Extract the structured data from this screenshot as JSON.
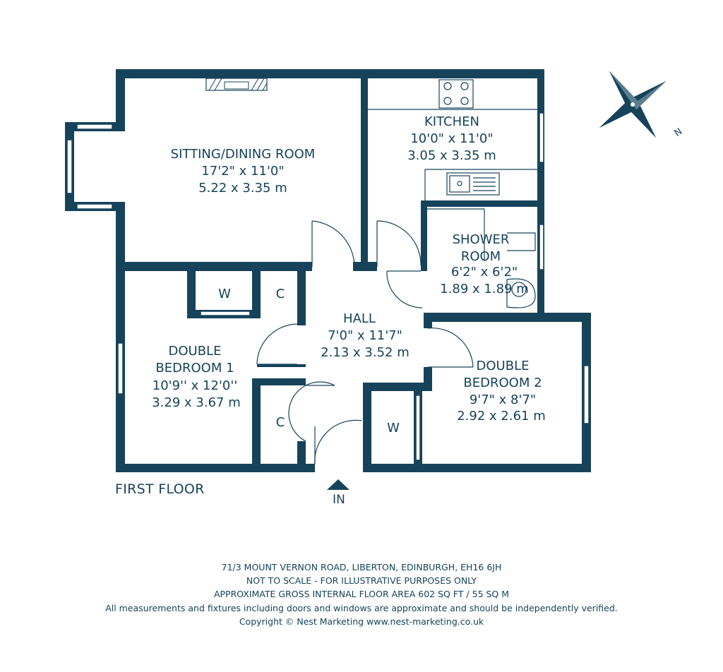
{
  "rooms": {
    "sitting": {
      "name": "SITTING/DINING ROOM",
      "imperial": "17'2\" x 11'0\"",
      "metric": "5.22 x 3.35 m"
    },
    "kitchen": {
      "name": "KITCHEN",
      "imperial": "10'0\" x 11'0\"",
      "metric": "3.05 x 3.35 m"
    },
    "shower": {
      "name_line1": "SHOWER",
      "name_line2": "ROOM",
      "imperial": "6'2\" x 6'2\"",
      "metric": "1.89 x 1.89 m"
    },
    "hall": {
      "name": "HALL",
      "imperial": "7'0\" x 11'7\"",
      "metric": "2.13 x 3.52 m"
    },
    "bed1": {
      "name_line1": "DOUBLE",
      "name_line2": "BEDROOM 1",
      "imperial": "10'9'' x 12'0''",
      "metric": "3.29 x 3.67 m"
    },
    "bed2": {
      "name_line1": "DOUBLE",
      "name_line2": "BEDROOM 2",
      "imperial": "9'7\" x 8'7\"",
      "metric": "2.92 x 2.61 m"
    },
    "wardrobe1": "W",
    "wardrobe2": "W",
    "cupboard1": "C",
    "cupboard2": "C"
  },
  "floor_label": "FIRST FLOOR",
  "entrance_label": "IN",
  "compass_label": "N",
  "footer": {
    "address": "71/3 MOUNT VERNON ROAD, LIBERTON, EDINBURGH, EH16 6JH",
    "scale_note": "NOT TO SCALE - FOR ILLUSTRATIVE PURPOSES ONLY",
    "area": "APPROXIMATE GROSS INTERNAL FLOOR AREA 602 SQ FT / 55 SQ M",
    "disclaimer": "All measurements and fixtures including doors and windows are approximate and should be independently verified.",
    "copyright": "Copyright © Nest Marketing www.nest-marketing.co.uk"
  },
  "colors": {
    "wall": "#17435a",
    "background": "#ffffff"
  }
}
